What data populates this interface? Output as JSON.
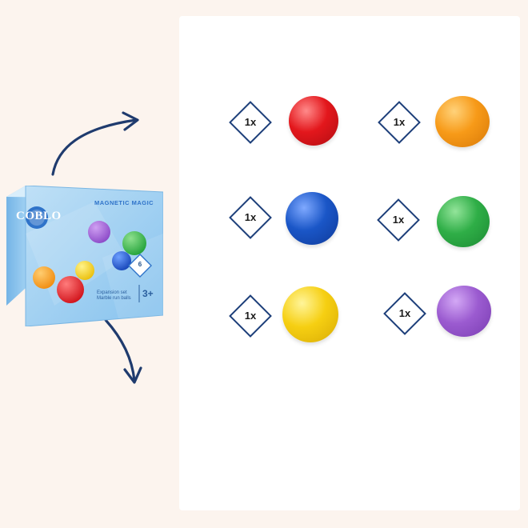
{
  "product": {
    "brand": "COBLO",
    "title": "MAGNETIC MAGIC",
    "subtitle_line1": "Expansion set",
    "subtitle_line2": "Marble run balls",
    "age": "3+",
    "count": "6"
  },
  "items": [
    {
      "quantity": "1x",
      "color_name": "red",
      "color": "#e3171c"
    },
    {
      "quantity": "1x",
      "color_name": "orange",
      "color": "#f79a18"
    },
    {
      "quantity": "1x",
      "color_name": "blue",
      "color": "#1a56c7"
    },
    {
      "quantity": "1x",
      "color_name": "green",
      "color": "#2fae47"
    },
    {
      "quantity": "1x",
      "color_name": "yellow",
      "color": "#f6cf12"
    },
    {
      "quantity": "1x",
      "color_name": "purple",
      "color": "#9b5bd0"
    }
  ],
  "colors": {
    "background": "#fcf4ee",
    "panel": "#ffffff",
    "arrow": "#1f3b6e",
    "badge_border": "#1d3f7a"
  },
  "icons": [
    "arrow-right-icon",
    "arrow-down-icon"
  ]
}
